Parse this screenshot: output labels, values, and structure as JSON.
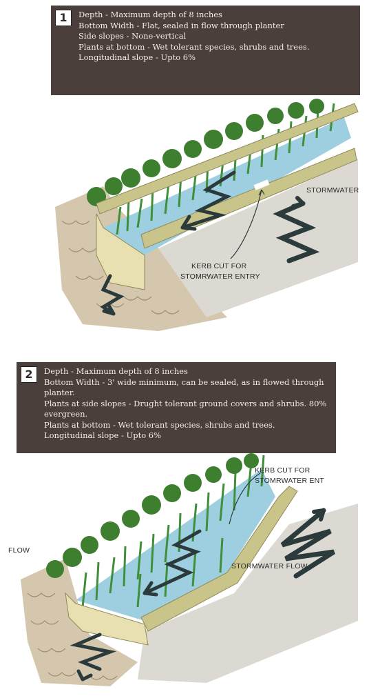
{
  "section1": {
    "number": "1",
    "lines": [
      "Depth - Maximum depth of 8 inches",
      "Bottom Width - Flat, sealed in flow through planter",
      "Side slopes - None-vertical",
      "Plants at bottom - Wet tolerant species, shrubs and trees.",
      "Longitudinal slope - Upto 6%"
    ],
    "labels": {
      "stormwater": "STORMWATER",
      "kerb_cut_1": "KERB CUT FOR",
      "kerb_cut_2": "STOMRWATER ENTRY"
    }
  },
  "section2": {
    "number": "2",
    "lines": [
      "Depth - Maximum depth of 8 inches",
      "Bottom Width - 3' wide minimum, can be sealed, as in flowed through planter.",
      "Plants at side slopes - Drught tolerant ground covers and shrubs. 80% evergreen.",
      "Plants at bottom - Wet tolerant species, shrubs and trees.",
      "Longitudinal slope - Upto 6%"
    ],
    "labels": {
      "kerb_cut_1": "KERB CUT FOR",
      "kerb_cut_2": "STOMRWATER ENT",
      "flow": "FLOW",
      "stormwater_flow": "STORMWATER FLOW"
    }
  },
  "colors": {
    "panel": "#4a3f3a",
    "soil": "#cbb89a",
    "concrete": "#dcd8d2",
    "curb": "#c9c48a",
    "water": "#9ecfe0",
    "plants": "#3f8f3a",
    "arrow": "#2b3a3a"
  }
}
